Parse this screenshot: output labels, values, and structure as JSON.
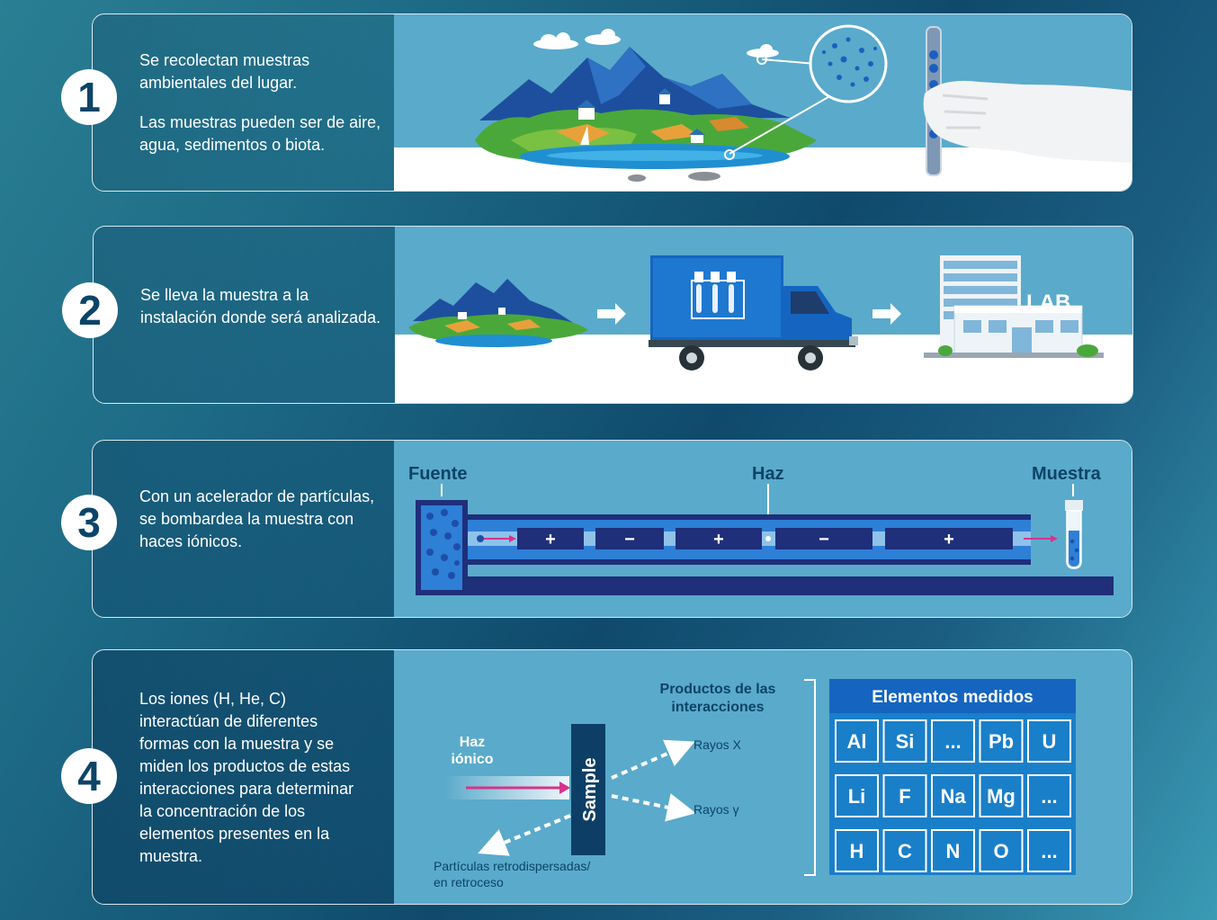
{
  "steps": [
    {
      "number": "1",
      "paragraphs": [
        "Se recolectan muestras ambientales del lugar.",
        "Las muestras pueden ser de aire, agua, sedimentos o biota."
      ]
    },
    {
      "number": "2",
      "paragraphs": [
        "Se lleva la muestra a la instalación donde será analizada."
      ],
      "lab_sign": "LAB"
    },
    {
      "number": "3",
      "paragraphs": [
        "Con un acelerador de partículas, se bombardea la muestra con haces iónicos."
      ],
      "labels": {
        "source": "Fuente",
        "beam": "Haz",
        "sample": "Muestra"
      },
      "electrodes": [
        "+",
        "−",
        "+",
        "−",
        "+"
      ]
    },
    {
      "number": "4",
      "paragraphs": [
        "Los iones (H, He, C) interactúan de diferentes formas con la muestra y se miden los productos de estas interacciones para determinar la concentración de los elementos presentes en la muestra."
      ],
      "ion_beam_label": [
        "Haz",
        "iónico"
      ],
      "sample_label": "Sample",
      "products_title": [
        "Productos de las",
        "interacciones"
      ],
      "xrays": "Rayos X",
      "gamma": "Rayos γ",
      "backscatter": [
        "Partículas retrodispersadas/",
        "en retroceso"
      ],
      "elements_title": "Elementos medidos",
      "elements": [
        [
          "Al",
          "Si",
          "...",
          "Pb",
          "U"
        ],
        [
          "Li",
          "F",
          "Na",
          "Mg",
          "..."
        ],
        [
          "H",
          "C",
          "N",
          "O",
          "..."
        ]
      ]
    }
  ],
  "colors": {
    "navy": "#0c4467",
    "panel_blue": "#5aaacb",
    "accelerator_dark": "#1f2f7a",
    "accelerator_blue": "#1565c0",
    "beam_magenta": "#d6338a",
    "element_bg": "#1a7fc9"
  }
}
